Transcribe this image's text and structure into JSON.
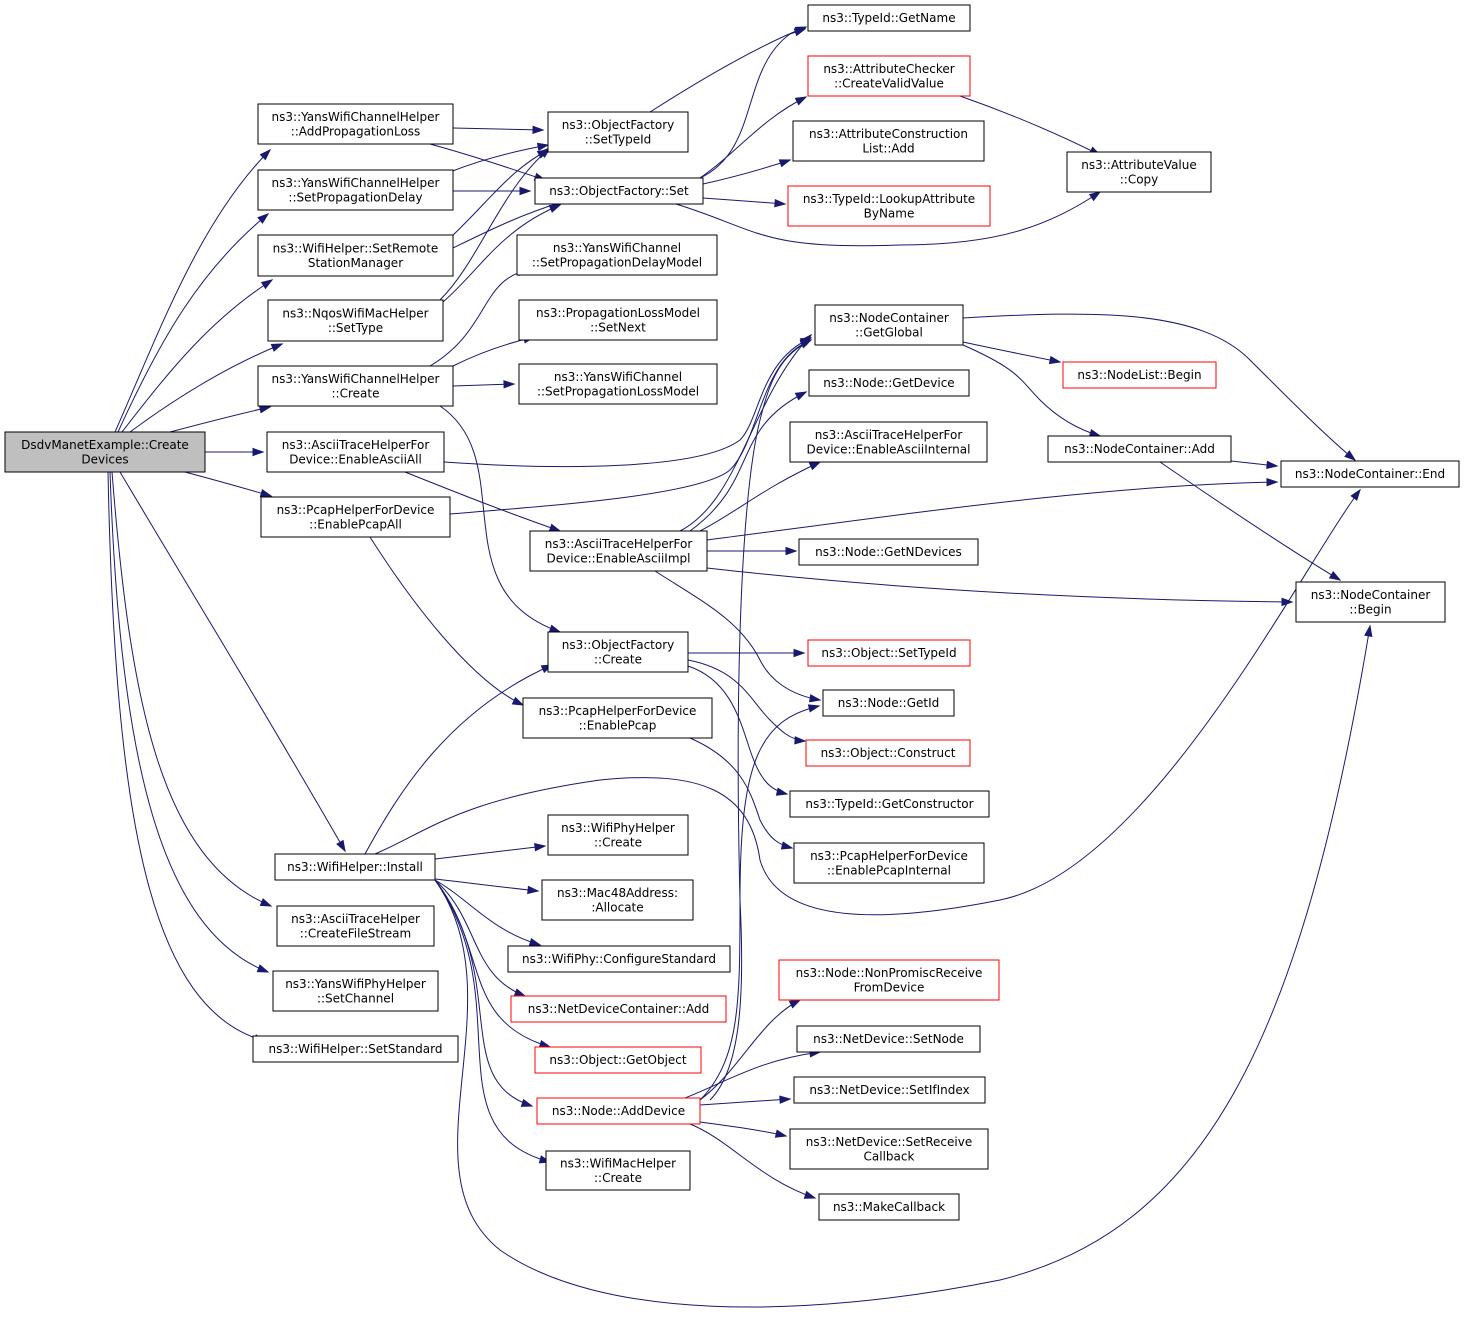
{
  "nodes": [
    {
      "id": "root",
      "lines": [
        "DsdvManetExample::Create",
        "Devices"
      ],
      "root": true
    },
    {
      "id": "addProp",
      "lines": [
        "ns3::YansWifiChannelHelper",
        "::AddPropagationLoss"
      ]
    },
    {
      "id": "setPropDelay",
      "lines": [
        "ns3::YansWifiChannelHelper",
        "::SetPropagationDelay"
      ]
    },
    {
      "id": "setRemote",
      "lines": [
        "ns3::WifiHelper::SetRemote",
        "StationManager"
      ]
    },
    {
      "id": "nqosSetType",
      "lines": [
        "ns3::NqosWifiMacHelper",
        "::SetType"
      ]
    },
    {
      "id": "ywchCreate",
      "lines": [
        "ns3::YansWifiChannelHelper",
        "::Create"
      ]
    },
    {
      "id": "enableAsciiAll",
      "lines": [
        "ns3::AsciiTraceHelperFor",
        "Device::EnableAsciiAll"
      ]
    },
    {
      "id": "enablePcapAll",
      "lines": [
        "ns3::PcapHelperForDevice",
        "::EnablePcapAll"
      ]
    },
    {
      "id": "wifiInstall",
      "lines": [
        "ns3::WifiHelper::Install"
      ]
    },
    {
      "id": "createFileStream",
      "lines": [
        "ns3::AsciiTraceHelper",
        "::CreateFileStream"
      ]
    },
    {
      "id": "setChannel",
      "lines": [
        "ns3::YansWifiPhyHelper",
        "::SetChannel"
      ]
    },
    {
      "id": "setStandard",
      "lines": [
        "ns3::WifiHelper::SetStandard"
      ]
    },
    {
      "id": "ofSetTypeId",
      "lines": [
        "ns3::ObjectFactory",
        "::SetTypeId"
      ]
    },
    {
      "id": "ofSet",
      "lines": [
        "ns3::ObjectFactory::Set"
      ]
    },
    {
      "id": "ywcSetPropDelay",
      "lines": [
        "ns3::YansWifiChannel",
        "::SetPropagationDelayModel"
      ]
    },
    {
      "id": "plmSetNext",
      "lines": [
        "ns3::PropagationLossModel",
        "::SetNext"
      ]
    },
    {
      "id": "ywcSetPropLoss",
      "lines": [
        "ns3::YansWifiChannel",
        "::SetPropagationLossModel"
      ]
    },
    {
      "id": "enableAsciiImpl",
      "lines": [
        "ns3::AsciiTraceHelperFor",
        "Device::EnableAsciiImpl"
      ]
    },
    {
      "id": "ofCreate",
      "lines": [
        "ns3::ObjectFactory",
        "::Create"
      ]
    },
    {
      "id": "enablePcap",
      "lines": [
        "ns3::PcapHelperForDevice",
        "::EnablePcap"
      ]
    },
    {
      "id": "wphCreate",
      "lines": [
        "ns3::WifiPhyHelper",
        "::Create"
      ]
    },
    {
      "id": "macAllocate",
      "lines": [
        "ns3::Mac48Address:",
        ":Allocate"
      ]
    },
    {
      "id": "confStd",
      "lines": [
        "ns3::WifiPhy::ConfigureStandard"
      ]
    },
    {
      "id": "ndcAdd",
      "lines": [
        "ns3::NetDeviceContainer::Add"
      ],
      "truncated": true
    },
    {
      "id": "getObject",
      "lines": [
        "ns3::Object::GetObject"
      ],
      "truncated": true
    },
    {
      "id": "nodeAddDevice",
      "lines": [
        "ns3::Node::AddDevice"
      ],
      "truncated": true
    },
    {
      "id": "wmhCreate",
      "lines": [
        "ns3::WifiMacHelper",
        "::Create"
      ]
    },
    {
      "id": "tidGetName",
      "lines": [
        "ns3::TypeId::GetName"
      ]
    },
    {
      "id": "acCreateValid",
      "lines": [
        "ns3::AttributeChecker",
        "::CreateValidValue"
      ],
      "truncated": true
    },
    {
      "id": "aclAdd",
      "lines": [
        "ns3::AttributeConstruction",
        "List::Add"
      ]
    },
    {
      "id": "tidLookup",
      "lines": [
        "ns3::TypeId::LookupAttribute",
        "ByName"
      ],
      "truncated": true
    },
    {
      "id": "avCopy",
      "lines": [
        "ns3::AttributeValue",
        "::Copy"
      ]
    },
    {
      "id": "ncGetGlobal",
      "lines": [
        "ns3::NodeContainer",
        "::GetGlobal"
      ]
    },
    {
      "id": "nodeGetDevice",
      "lines": [
        "ns3::Node::GetDevice"
      ]
    },
    {
      "id": "enableAsciiInternal",
      "lines": [
        "ns3::AsciiTraceHelperFor",
        "Device::EnableAsciiInternal"
      ]
    },
    {
      "id": "nodeGetNDevices",
      "lines": [
        "ns3::Node::GetNDevices"
      ]
    },
    {
      "id": "objSetTypeId",
      "lines": [
        "ns3::Object::SetTypeId"
      ],
      "truncated": true
    },
    {
      "id": "nodeGetId",
      "lines": [
        "ns3::Node::GetId"
      ]
    },
    {
      "id": "objConstruct",
      "lines": [
        "ns3::Object::Construct"
      ],
      "truncated": true
    },
    {
      "id": "tidGetConstructor",
      "lines": [
        "ns3::TypeId::GetConstructor"
      ]
    },
    {
      "id": "enablePcapInternal",
      "lines": [
        "ns3::PcapHelperForDevice",
        "::EnablePcapInternal"
      ]
    },
    {
      "id": "nodeNonPromisc",
      "lines": [
        "ns3::Node::NonPromiscReceive",
        "FromDevice"
      ],
      "truncated": true
    },
    {
      "id": "ndSetNode",
      "lines": [
        "ns3::NetDevice::SetNode"
      ]
    },
    {
      "id": "ndSetIfIndex",
      "lines": [
        "ns3::NetDevice::SetIfIndex"
      ]
    },
    {
      "id": "ndSetRecvCb",
      "lines": [
        "ns3::NetDevice::SetReceive",
        "Callback"
      ]
    },
    {
      "id": "makeCallback",
      "lines": [
        "ns3::MakeCallback"
      ]
    },
    {
      "id": "nodeListBegin",
      "lines": [
        "ns3::NodeList::Begin"
      ],
      "truncated": true
    },
    {
      "id": "ncAdd",
      "lines": [
        "ns3::NodeContainer::Add"
      ]
    },
    {
      "id": "ncEnd",
      "lines": [
        "ns3::NodeContainer::End"
      ]
    },
    {
      "id": "ncBegin",
      "lines": [
        "ns3::NodeContainer",
        "::Begin"
      ]
    }
  ],
  "edges": [
    [
      "root",
      "addProp"
    ],
    [
      "root",
      "setPropDelay"
    ],
    [
      "root",
      "setRemote"
    ],
    [
      "root",
      "nqosSetType"
    ],
    [
      "root",
      "ywchCreate"
    ],
    [
      "root",
      "enableAsciiAll"
    ],
    [
      "root",
      "enablePcapAll"
    ],
    [
      "root",
      "wifiInstall"
    ],
    [
      "root",
      "createFileStream"
    ],
    [
      "root",
      "setChannel"
    ],
    [
      "root",
      "setStandard"
    ],
    [
      "addProp",
      "ofSetTypeId"
    ],
    [
      "addProp",
      "ofSet"
    ],
    [
      "setPropDelay",
      "ofSetTypeId"
    ],
    [
      "setPropDelay",
      "ofSet"
    ],
    [
      "setRemote",
      "ofSetTypeId"
    ],
    [
      "setRemote",
      "ofSet"
    ],
    [
      "nqosSetType",
      "ofSetTypeId"
    ],
    [
      "nqosSetType",
      "ofSet"
    ],
    [
      "ywchCreate",
      "ywcSetPropDelay"
    ],
    [
      "ywchCreate",
      "plmSetNext"
    ],
    [
      "ywchCreate",
      "ywcSetPropLoss"
    ],
    [
      "ywchCreate",
      "ofCreate"
    ],
    [
      "enableAsciiAll",
      "ncGetGlobal"
    ],
    [
      "enableAsciiAll",
      "enableAsciiImpl"
    ],
    [
      "enablePcapAll",
      "ncGetGlobal"
    ],
    [
      "enablePcapAll",
      "enablePcap"
    ],
    [
      "ofSetTypeId",
      "tidGetName"
    ],
    [
      "ofSet",
      "tidGetName"
    ],
    [
      "ofSet",
      "acCreateValid"
    ],
    [
      "ofSet",
      "aclAdd"
    ],
    [
      "ofSet",
      "tidLookup"
    ],
    [
      "ofSet",
      "avCopy"
    ],
    [
      "acCreateValid",
      "avCopy"
    ],
    [
      "enableAsciiImpl",
      "ncGetGlobal"
    ],
    [
      "enableAsciiImpl",
      "nodeGetDevice"
    ],
    [
      "enableAsciiImpl",
      "enableAsciiInternal"
    ],
    [
      "enableAsciiImpl",
      "ncEnd"
    ],
    [
      "enableAsciiImpl",
      "nodeGetNDevices"
    ],
    [
      "enableAsciiImpl",
      "ncBegin"
    ],
    [
      "enableAsciiImpl",
      "nodeGetId"
    ],
    [
      "ncGetGlobal",
      "nodeListBegin"
    ],
    [
      "ncGetGlobal",
      "ncAdd"
    ],
    [
      "ncGetGlobal",
      "ncEnd"
    ],
    [
      "ncAdd",
      "ncEnd"
    ],
    [
      "ncAdd",
      "ncBegin"
    ],
    [
      "ofCreate",
      "objSetTypeId"
    ],
    [
      "ofCreate",
      "objConstruct"
    ],
    [
      "ofCreate",
      "tidGetConstructor"
    ],
    [
      "enablePcap",
      "enablePcapInternal"
    ],
    [
      "wifiInstall",
      "ofCreate"
    ],
    [
      "wifiInstall",
      "ncEnd"
    ],
    [
      "wifiInstall",
      "wphCreate"
    ],
    [
      "wifiInstall",
      "macAllocate"
    ],
    [
      "wifiInstall",
      "confStd"
    ],
    [
      "wifiInstall",
      "ndcAdd"
    ],
    [
      "wifiInstall",
      "getObject"
    ],
    [
      "wifiInstall",
      "nodeAddDevice"
    ],
    [
      "wifiInstall",
      "wmhCreate"
    ],
    [
      "wifiInstall",
      "ncBegin"
    ],
    [
      "nodeAddDevice",
      "nodeGetId"
    ],
    [
      "nodeAddDevice",
      "ncGetGlobal"
    ],
    [
      "nodeAddDevice",
      "nodeNonPromisc"
    ],
    [
      "nodeAddDevice",
      "ndSetNode"
    ],
    [
      "nodeAddDevice",
      "ndSetIfIndex"
    ],
    [
      "nodeAddDevice",
      "ndSetRecvCb"
    ],
    [
      "nodeAddDevice",
      "makeCallback"
    ]
  ],
  "colors": {
    "edge": "#191970",
    "truncated_border": "#ff0000",
    "root_fill": "#bfbfbf"
  }
}
